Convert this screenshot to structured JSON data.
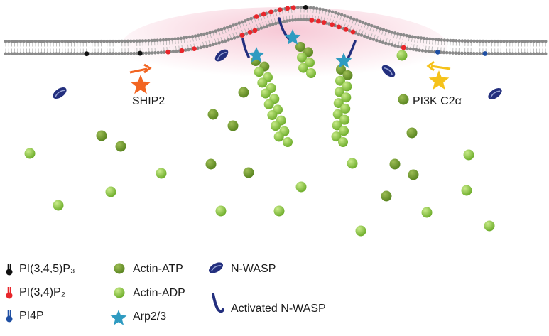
{
  "enzymes": {
    "ship2": "SHIP2",
    "pi3k": "PI3K C2α"
  },
  "legend": {
    "pip3": "PI(3,4,5)P₃",
    "pi34p2": "PI(3,4)P₂",
    "pi4p": "PI4P",
    "actin_atp": "Actin-ATP",
    "actin_adp": "Actin-ADP",
    "arp23": "Arp2/3",
    "nwasp": "N-WASP",
    "activated_nwasp": "Activated N-WASP"
  },
  "colors": {
    "membrane": "#8a8a8a",
    "pip3": "#111111",
    "pi34p2": "#e8262b",
    "pi4p": "#1f4fa3",
    "actin_atp": "#6e9a2c",
    "actin_adp": "#8dc63f",
    "arp23": "#2f9bc1",
    "nwasp": "#232f7e",
    "ship2": "#f26522",
    "pi3k": "#f5c21b",
    "glow": "#f4b6c8"
  }
}
